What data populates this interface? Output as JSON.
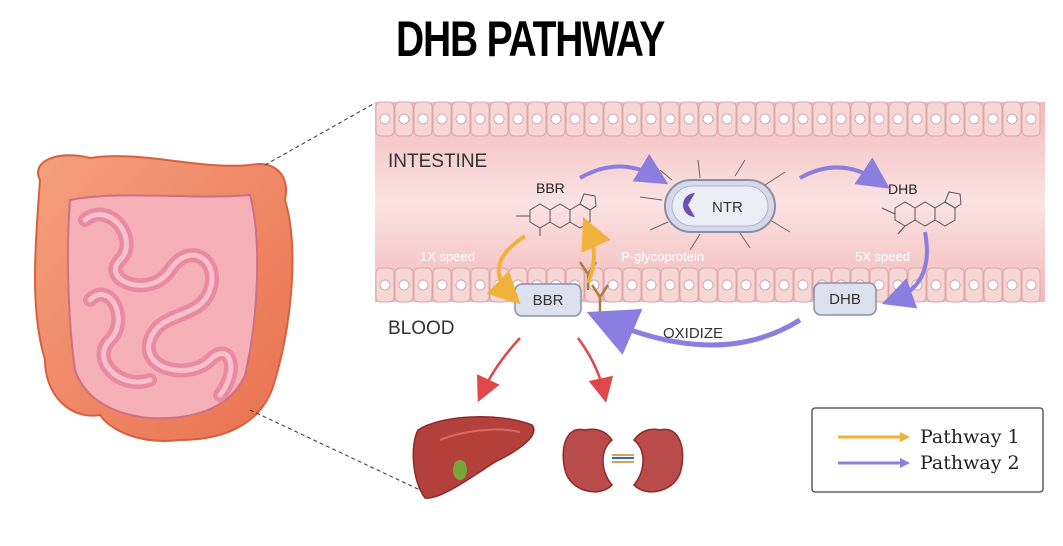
{
  "title": "DHB PATHWAY",
  "labels": {
    "intestine": "INTESTINE",
    "blood": "BLOOD",
    "bbr_top": "BBR",
    "dhb_top": "DHB",
    "ntr": "NTR",
    "speed_1x": "1X speed",
    "p_glycoprotein": "P-glycoprotein",
    "speed_5x": "5X speed",
    "bbr_box": "BBR",
    "dhb_box": "DHB",
    "oxidize": "OXIDIZE"
  },
  "legend": [
    {
      "label": "Pathway 1",
      "color": "#f0b23a"
    },
    {
      "label": "Pathway 2",
      "color": "#8c7ee0"
    }
  ],
  "colors": {
    "intestine_band": "#f6c9c9",
    "cell_fill": "#f7d7d6",
    "cell_stroke": "#d9a7a7",
    "box_fill": "#dde0ee",
    "box_stroke": "#8a8fa8",
    "arrow_red": "#e0474b",
    "pathway1": "#f0b23a",
    "pathway2": "#8c7ee0"
  },
  "icons": [
    "intestine-illustration",
    "bacterium-icon",
    "antibody-icon",
    "liver-icon",
    "kidneys-icon",
    "bbr-molecule-icon",
    "dhb-molecule-icon"
  ]
}
